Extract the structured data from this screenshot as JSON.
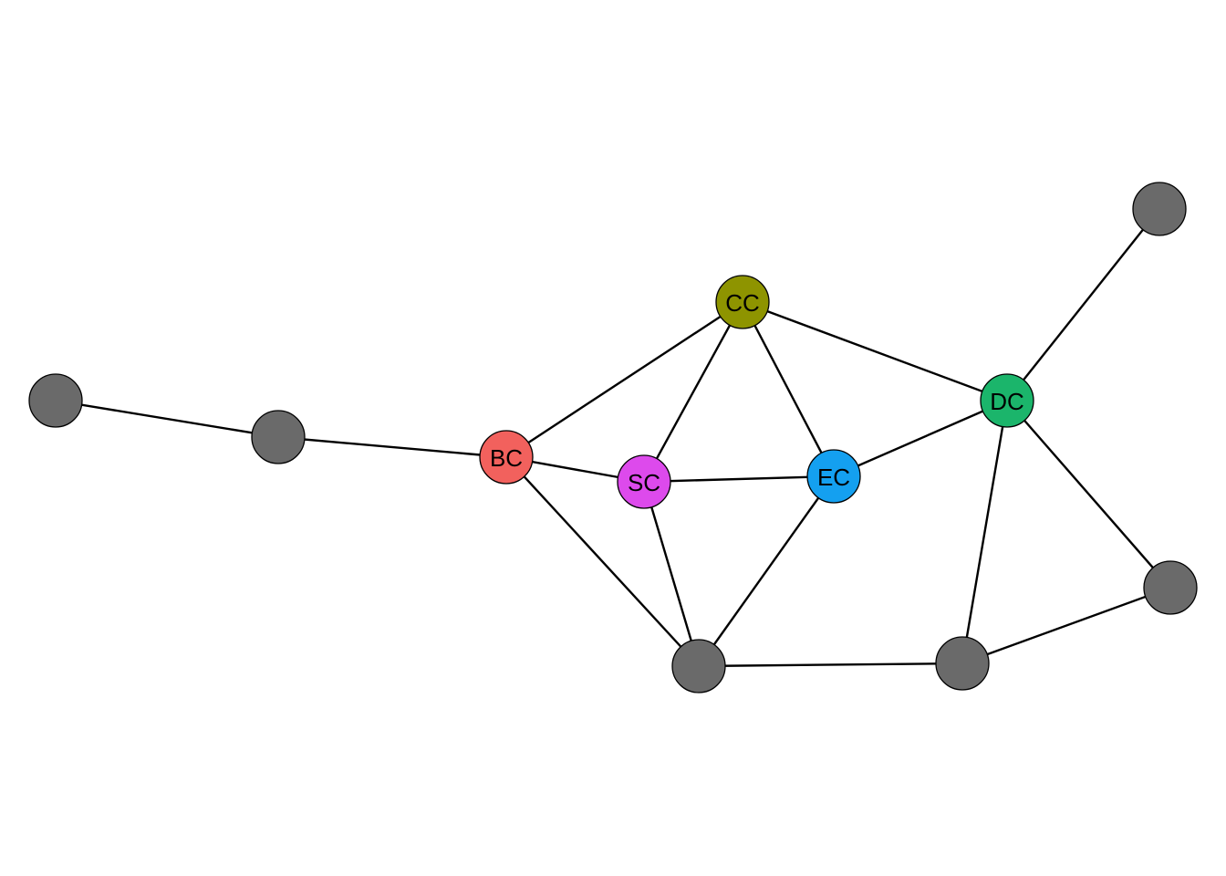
{
  "colors": {
    "default_node": "#6A6A6A",
    "edge": "#000000"
  },
  "nodes": [
    {
      "id": "n1",
      "label": "",
      "color": "#6A6A6A"
    },
    {
      "id": "n2",
      "label": "",
      "color": "#6A6A6A"
    },
    {
      "id": "BC",
      "label": "BC",
      "color": "#F2615D"
    },
    {
      "id": "SC",
      "label": "SC",
      "color": "#DD4AEC"
    },
    {
      "id": "CC",
      "label": "CC",
      "color": "#8E9400"
    },
    {
      "id": "EC",
      "label": "EC",
      "color": "#14A0F0"
    },
    {
      "id": "DC",
      "label": "DC",
      "color": "#1BB56B"
    },
    {
      "id": "n3",
      "label": "",
      "color": "#6A6A6A"
    },
    {
      "id": "n4",
      "label": "",
      "color": "#6A6A6A"
    },
    {
      "id": "n5",
      "label": "",
      "color": "#6A6A6A"
    },
    {
      "id": "n6",
      "label": "",
      "color": "#6A6A6A"
    }
  ],
  "edges": [
    [
      "n1",
      "n2"
    ],
    [
      "n2",
      "BC"
    ],
    [
      "BC",
      "CC"
    ],
    [
      "BC",
      "SC"
    ],
    [
      "BC",
      "n6"
    ],
    [
      "SC",
      "CC"
    ],
    [
      "SC",
      "EC"
    ],
    [
      "SC",
      "n6"
    ],
    [
      "CC",
      "EC"
    ],
    [
      "CC",
      "DC"
    ],
    [
      "EC",
      "DC"
    ],
    [
      "EC",
      "n6"
    ],
    [
      "DC",
      "n3"
    ],
    [
      "DC",
      "n4"
    ],
    [
      "DC",
      "n5"
    ],
    [
      "n5",
      "n4"
    ],
    [
      "n6",
      "n5"
    ]
  ]
}
